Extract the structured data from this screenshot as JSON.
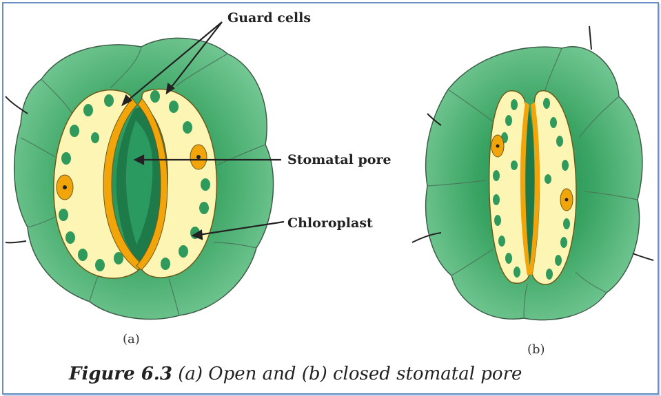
{
  "labels": {
    "guard_cells": "Guard cells",
    "stomatal_pore": "Stomatal pore",
    "chloroplast": "Chloroplast",
    "panel_a": "(a)",
    "panel_b": "(b)"
  },
  "caption": {
    "figure": "Figure 6.3",
    "text": " (a) Open and (b) closed stomatal pore"
  },
  "colors": {
    "epidermis": "#5fba7f",
    "epidermis_dark": "#2f9a5c",
    "guard_cell": "#fdf5b4",
    "wall": "#f2a40b",
    "pore": "#1f7a4a",
    "chloroplast": "#2f9a5c",
    "frame": "#6a8fc4"
  }
}
